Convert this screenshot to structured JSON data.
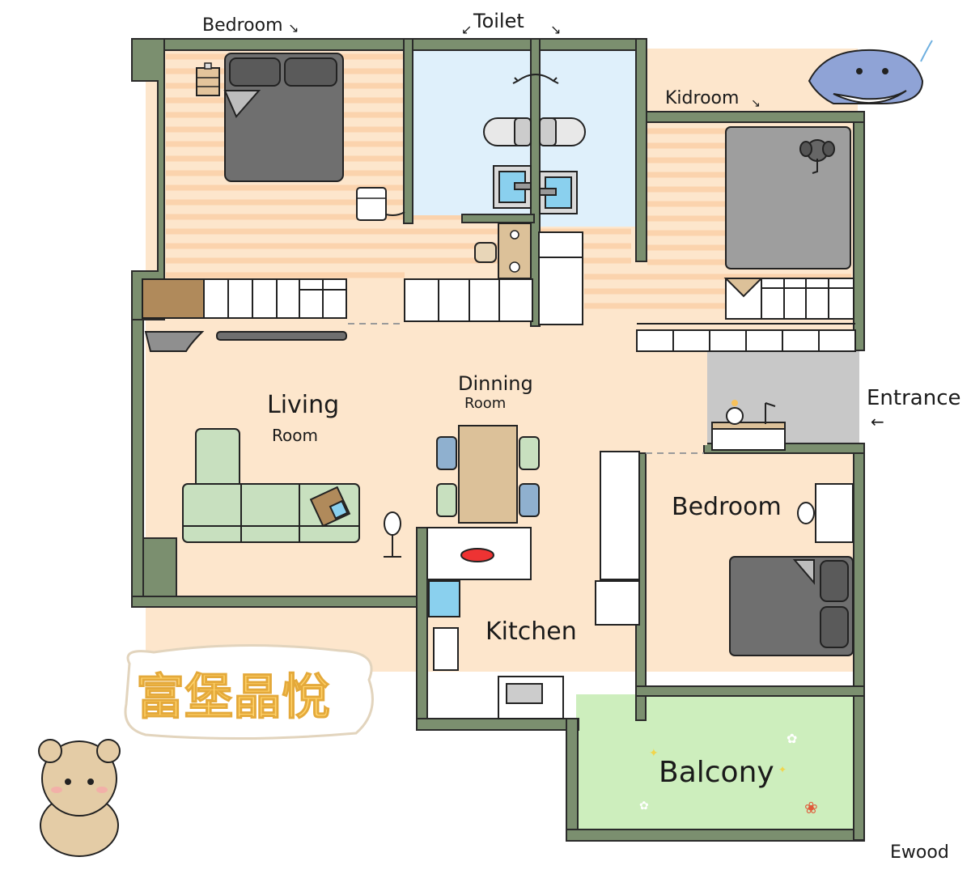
{
  "labels": {
    "bedroom_top": "Bedroom",
    "toilet": "Toilet",
    "kidroom": "Kidroom",
    "living_1": "Living",
    "living_2": "Room",
    "dinning_1": "Dinning",
    "dinning_2": "Room",
    "entrance": "Entrance",
    "bedroom_right": "Bedroom",
    "kitchen": "Kitchen",
    "balcony": "Balcony",
    "chinese_title": "富堡晶悅",
    "signature": "Ewood"
  },
  "colors": {
    "wall": "#7b8f6f",
    "wall_outline": "#2a2a2a",
    "floor_wood": "#fde6cc",
    "floor_stripe": "#fbd3ad",
    "toilet_floor": "#dff0fb",
    "entrance_floor": "#c8c8c8",
    "balcony_floor": "#cdeebd",
    "bed_gray": "#6f6f6f",
    "sofa_green": "#c8e0bf",
    "table_wood": "#dcc199",
    "title_yellow": "#ffd36b"
  }
}
